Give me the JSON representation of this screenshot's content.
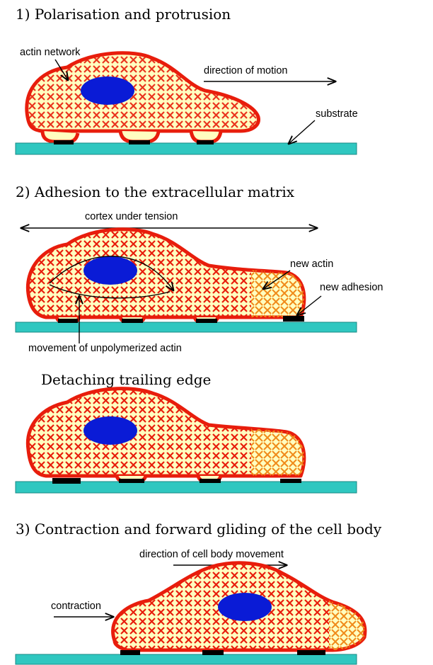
{
  "steps": {
    "step1_title": "1) Polarisation and protrusion",
    "step2_title": "2) Adhesion to the extracellular matrix",
    "detach_title": "Detaching trailing edge",
    "step3_title": "3) Contraction and forward gliding of the cell body"
  },
  "labels": {
    "actin_network": "actin network",
    "direction_of_motion": "direction of motion",
    "substrate": "substrate",
    "cortex_under_tension": "cortex under tension",
    "new_actin": "new actin",
    "new_adhesion": "new adhesion",
    "movement_unpolymerized": "movement of unpolymerized actin",
    "direction_cell_body": "direction of cell body movement",
    "contraction": "contraction"
  },
  "colors": {
    "cytoplasm": "#fffec0",
    "membrane_actin": "#e81d0c",
    "new_actin": "#f08a1a",
    "nucleus": "#0a1bd6",
    "substrate": "#2fc7c0",
    "adhesion": "#000000"
  }
}
